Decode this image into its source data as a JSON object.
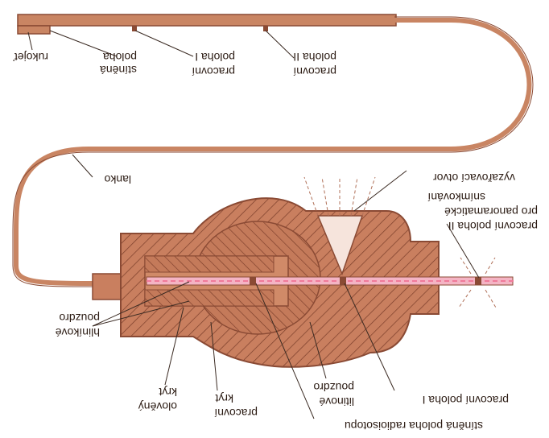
{
  "diagram": {
    "labels": {
      "rukojet": "rukojeť",
      "poloha_stinena_1": "poloha",
      "poloha_stinena_2": "stíněná",
      "poloha_pracovni_I_1": "poloha I",
      "poloha_pracovni_I_2": "pracovní",
      "poloha_pracovni_II_1": "poloha II",
      "poloha_pracovni_II_2": "pracovní",
      "lanko": "lanko",
      "vyzarovaci_otvor": "vyzařovací otvor",
      "pracovni_poloha_II_1": "pracovní poloha II",
      "pracovni_poloha_II_2": "pro panoramatické",
      "pracovni_poloha_II_3": "snímkování",
      "pouzdro_hlinikove_1": "pouzdro",
      "pouzdro_hlinikove_2": "hliníkové",
      "kryt_oloveny_1": "kryt",
      "kryt_oloveny_2": "olověný",
      "kryt_pracovni_1": "kryt",
      "kryt_pracovni_2": "pracovní",
      "pouzdro_litinove_1": "pouzdro",
      "pouzdro_litinove_2": "litinové",
      "pracovni_poloha_I": "pracovní poloha I",
      "stinena_poloha": "stíněná poloha radioisotopu"
    },
    "colors": {
      "body": "#c97f5f",
      "body_dark": "#8a4a34",
      "hatch": "#7a3d2a",
      "cable": "#c98563",
      "beam": "#ef7a9a",
      "ink": "#2a1a12"
    }
  }
}
